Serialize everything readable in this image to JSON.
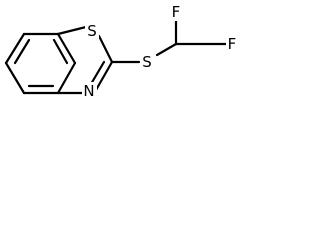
{
  "molecule": {
    "atoms": {
      "ring_s": "S",
      "ring_n": "N",
      "thioether_s": "S",
      "fluorine_top": "F",
      "fluorine_right": "F"
    }
  }
}
